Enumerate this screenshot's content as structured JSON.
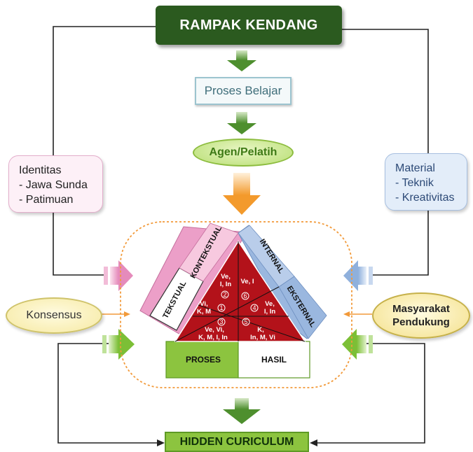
{
  "title": "RAMPAK KENDANG",
  "proses_belajar": "Proses Belajar",
  "agen": "Agen/Pelatih",
  "identitas": {
    "heading": "Identitas",
    "items": [
      "- Jawa Sunda",
      "- Patimuan"
    ]
  },
  "material": {
    "heading": "Material",
    "items": [
      "- Teknik",
      "- Kreativitas"
    ]
  },
  "konsensus": "Konsensus",
  "masyarakat": {
    "line1": "Masyarakat",
    "line2": "Pendukung"
  },
  "triangle": {
    "tekstual": "TEKSTUAL",
    "kontekstual": "KONTEKSTUAL",
    "internal": "INTERNAL",
    "eksternal": "EKSTERNAL",
    "proses": "PROSES",
    "hasil": "HASIL",
    "segments": [
      {
        "n": "1",
        "l1": "Vi,",
        "l2": "K, M"
      },
      {
        "n": "2",
        "l1": "Ve,",
        "l2": "I, In"
      },
      {
        "n": "3",
        "l1": "Ve, Vi,",
        "l2": "K, M, I, In"
      },
      {
        "n": "4",
        "l1": "Ve,",
        "l2": "I, In"
      },
      {
        "n": "5",
        "l1": "K,",
        "l2": "In, M, Vi"
      },
      {
        "n": "6",
        "l1": "Ve, I",
        "l2": ""
      }
    ]
  },
  "hidden_curriculum": "HIDDEN CURICULUM",
  "colors": {
    "title_bg": "#2b5a1f",
    "green_arrow": "#5f9e3a",
    "orange_arrow": "#f2a03a",
    "pink": "#e8a0c6",
    "blue": "#9ab7df",
    "triangle_red": "#b3121a",
    "proses_green": "#8cc43f"
  }
}
